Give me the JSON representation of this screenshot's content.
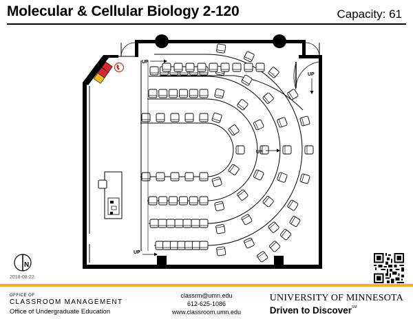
{
  "header": {
    "title": "Molecular & Cellular Biology 2-120",
    "capacity": "Capacity: 61"
  },
  "floorplan": {
    "labels": {
      "up_entry": "UP",
      "up_east": "UP",
      "up_aisle": "UP",
      "up_bottom": "UP",
      "north_marker": "N"
    },
    "colors": {
      "seat_red": "#d7282f",
      "seat_yellow": "#f2b81c",
      "phone_red": "#d7282f"
    },
    "icons": [
      "door-icon",
      "phone-icon",
      "north-arrow-icon",
      "lectern-icon"
    ]
  },
  "footer": {
    "date": "2018-08-22",
    "office_of": "OFFICE OF",
    "office_name": "CLASSROOM MANAGEMENT",
    "office_sub": "Office of Undergraduate Education",
    "email": "classrm@umn.edu",
    "phone": "612-625-1086",
    "website": "www.classroom.umn.edu",
    "university": "UNIVERSITY OF MINNESOTA",
    "tagline": "Driven to Discover",
    "tagline_mark": "SM",
    "accent_color": "#f0b323"
  }
}
